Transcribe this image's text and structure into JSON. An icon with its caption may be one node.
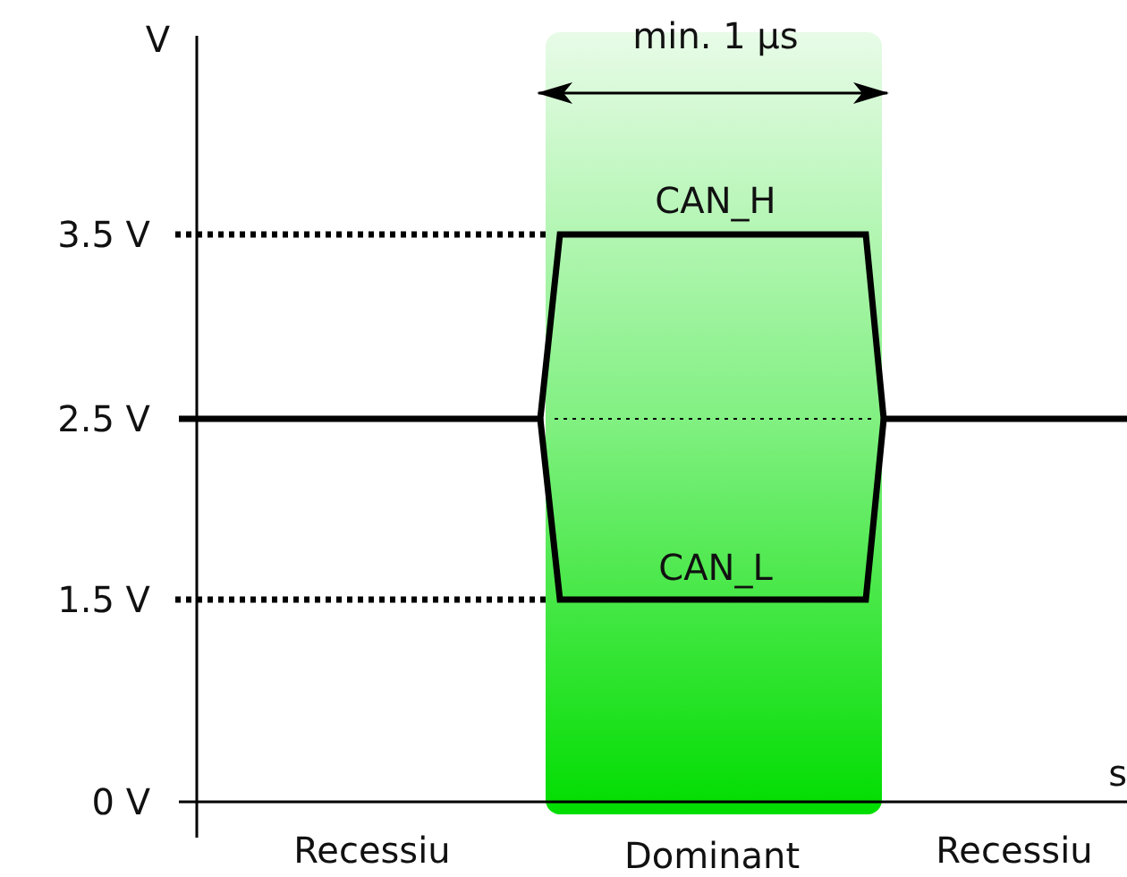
{
  "diagram": {
    "labels": [
      "V",
      "min. 1 µs",
      "CAN_H",
      "3.5 V",
      "2.5 V",
      "CAN_L",
      "1.5 V",
      "0 V",
      "s",
      "Recessiu",
      "Dominant",
      "Recessiu"
    ]
  }
}
